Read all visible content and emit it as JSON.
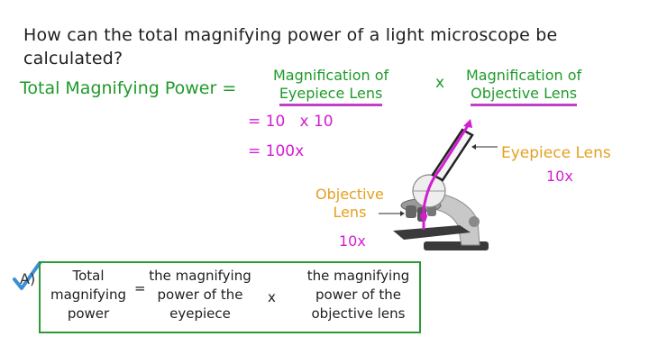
{
  "question": {
    "line1": "How can the total magnifying power of a light microscope be",
    "line2": "calculated?"
  },
  "formula": {
    "lhs": "Total Magnifying Power =",
    "term1": {
      "line1": "Magnification of",
      "line2": "Eyepiece Lens"
    },
    "operator": "x",
    "term2": {
      "line1": "Magnification of",
      "line2": "Objective Lens"
    },
    "calc_line1": "= 10   x 10",
    "calc_line2": "= 100x"
  },
  "diagram": {
    "eyepiece_label": "Eyepiece Lens",
    "eyepiece_mag": "10x",
    "objective_label_line1": "Objective",
    "objective_label_line2": "Lens",
    "objective_mag": "10x"
  },
  "answer": {
    "option_marker": "A)",
    "col1": {
      "line1": "Total",
      "line2": "magnifying",
      "line3": "power"
    },
    "equals": "=",
    "col2": {
      "line1": "the magnifying",
      "line2": "power of the",
      "line3": "eyepiece"
    },
    "times": "x",
    "col3": {
      "line1": "the magnifying",
      "line2": "power of the",
      "line3": "objective lens"
    }
  },
  "colors": {
    "green": "#1f9a2a",
    "magenta": "#d21ed2",
    "orange": "#e5a01e",
    "check_blue": "#3a8fd8",
    "box_border": "#2d9a37"
  }
}
